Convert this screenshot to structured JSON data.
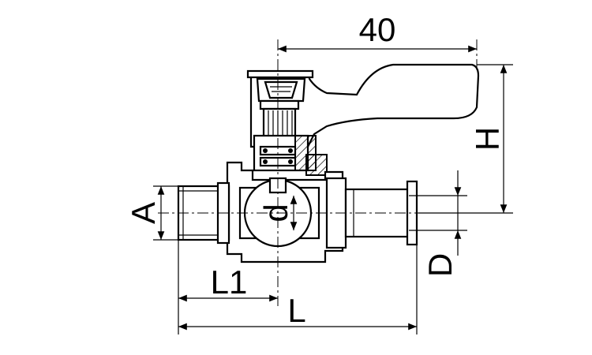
{
  "drawing": {
    "dimensions": {
      "top_width": "40",
      "height": "H",
      "port_a": "A",
      "bore_d": "d",
      "tube_d": "D",
      "length_l1": "L1",
      "length_l": "L"
    }
  }
}
